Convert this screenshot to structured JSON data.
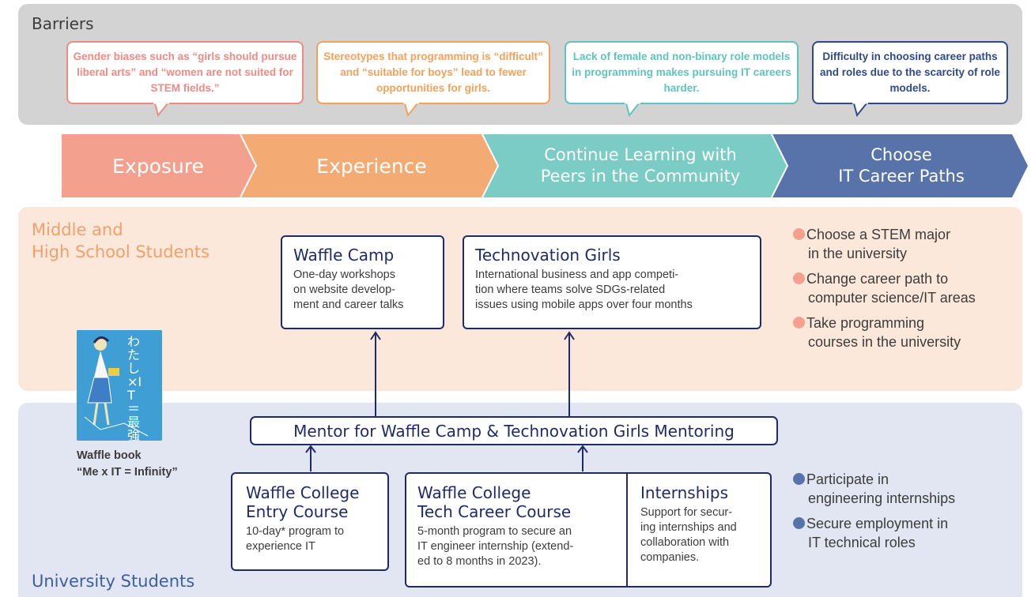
{
  "barriers": {
    "title": "Barriers",
    "items": [
      {
        "text": "Gender biases such as “girls should pursue liberal arts” and “women are not suited for STEM fields.”",
        "color": "#f08a82"
      },
      {
        "text": "Stereotypes that programming is “difficult” and “suitable for boys” lead to fewer opportunities for girls.",
        "color": "#f3a15b"
      },
      {
        "text": "Lack of female and non-binary role models in programming makes pursuing IT careers harder.",
        "color": "#5ec4bd"
      },
      {
        "text": "Difficulty in choosing career paths and roles due to the scarcity of role models.",
        "color": "#2f4a8a"
      }
    ]
  },
  "stages": [
    {
      "label": "Exposure",
      "color": "#f4a08f"
    },
    {
      "label": "Experience",
      "color": "#f4ab73"
    },
    {
      "label": "Continue Learning with Peers in the Community",
      "line1": "Continue Learning with",
      "line2": "Peers in the Community",
      "color": "#7accc5"
    },
    {
      "label": "Choose IT Career Paths",
      "line1": "Choose",
      "line2": "IT Career Paths",
      "color": "#5873a9"
    }
  ],
  "middle": {
    "title_line1": "Middle and",
    "title_line2": "High School Students",
    "waffle_camp": {
      "title": "Waffle Camp",
      "desc": [
        "One-day workshops",
        "on website develop-",
        "ment and career talks"
      ]
    },
    "technovation": {
      "title": "Technovation Girls",
      "desc": [
        "International business and app competi-",
        "tion where teams solve SDGs-related",
        "issues using mobile apps over four months"
      ]
    },
    "outcomes": [
      {
        "line1": "Choose a STEM major",
        "line2": "in the university"
      },
      {
        "line1": "Change career path to",
        "line2": "computer science/IT areas"
      },
      {
        "line1": "Take programming",
        "line2": "courses in the university"
      }
    ],
    "dot_color": "#f4a08f"
  },
  "university": {
    "title": "University Students",
    "mentor": "Mentor for Waffle Camp & Technovation Girls Mentoring",
    "entry": {
      "title_line1": "Waffle College",
      "title_line2": "Entry Course",
      "desc": [
        "10-day* program to",
        "experience IT"
      ]
    },
    "tech": {
      "title_line1": "Waffle College",
      "title_line2": "Tech Career Course",
      "desc": [
        "5-month program to secure an",
        "IT engineer internship (extend-",
        "ed to 8 months in 2023)."
      ]
    },
    "internships": {
      "title": "Internships",
      "desc": [
        "Support for secur-",
        "ing internships and",
        "collaboration with",
        "companies."
      ]
    },
    "outcomes": [
      {
        "line1": "Participate in",
        "line2": "engineering internships"
      },
      {
        "line1": "Secure employment in",
        "line2": "IT technical roles"
      }
    ],
    "dot_color": "#5873a9"
  },
  "book": {
    "line1": "Waffle book",
    "line2": "“Me x IT = Infinity”",
    "cover_text": "わたし×IT＝最強説"
  }
}
